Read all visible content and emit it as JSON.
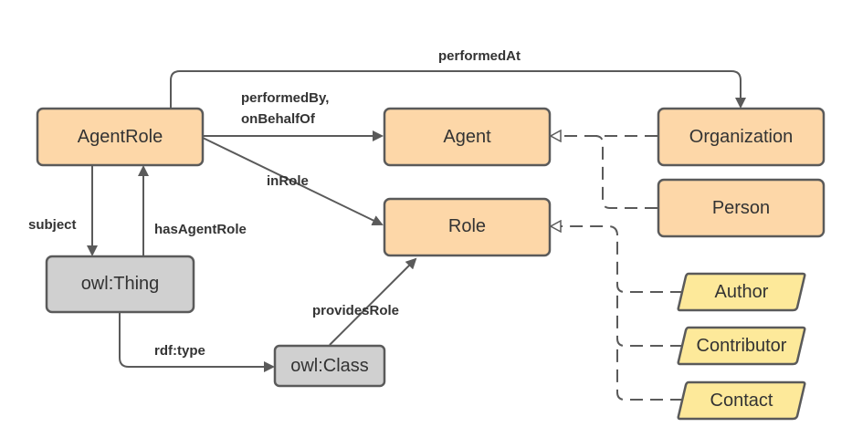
{
  "nodes": {
    "agent_role": "AgentRole",
    "agent": "Agent",
    "organization": "Organization",
    "person": "Person",
    "role": "Role",
    "owl_thing": "owl:Thing",
    "owl_class": "owl:Class",
    "author": "Author",
    "contributor": "Contributor",
    "contact": "Contact"
  },
  "edges": {
    "performed_at": "performedAt",
    "performed_by_line1": "performedBy,",
    "performed_by_line2": "onBehalfOf",
    "in_role": "inRole",
    "subject": "subject",
    "has_agent_role": "hasAgentRole",
    "rdf_type": "rdf:type",
    "provides_role": "providesRole"
  },
  "colors": {
    "class_fill": "#fdd7a8",
    "class_stroke": "#5a5a5a",
    "owl_fill": "#d0d0d0",
    "subclass_fill": "#fde99a",
    "line": "#5a5a5a"
  }
}
